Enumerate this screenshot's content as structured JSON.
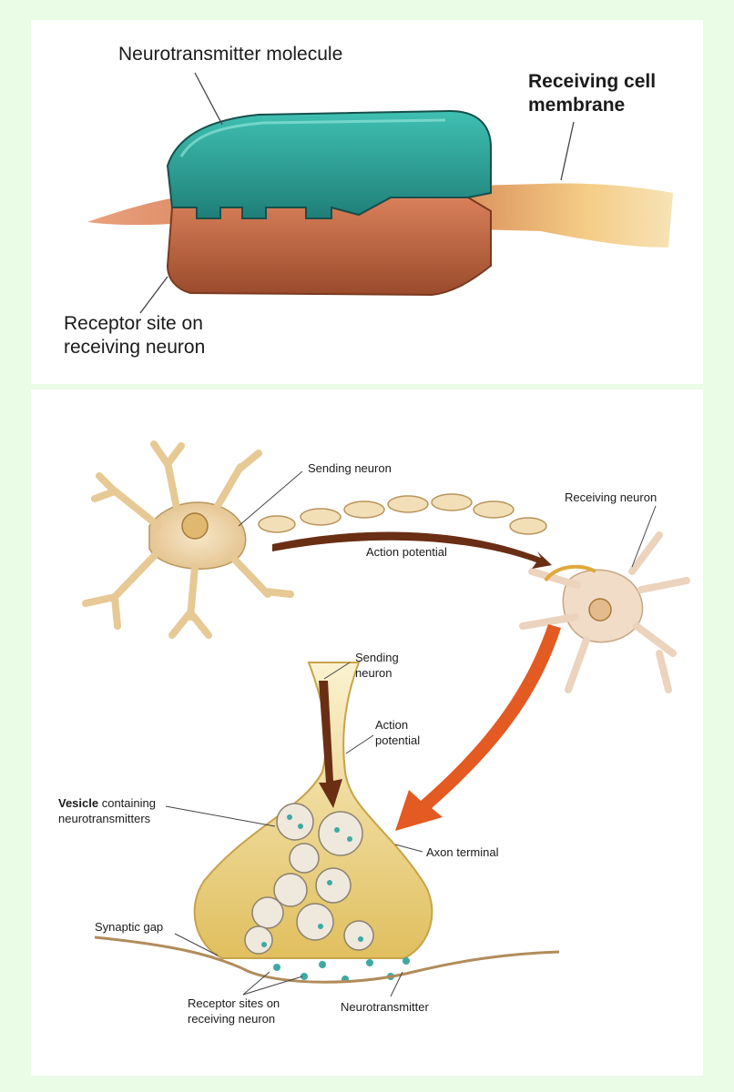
{
  "top": {
    "labels": {
      "neurotransmitter_molecule": "Neurotransmitter molecule",
      "receiving_cell_membrane_1": "Receiving cell",
      "receiving_cell_membrane_2": "membrane",
      "receptor_site_1": "Receptor site on",
      "receptor_site_2": "receiving neuron"
    }
  },
  "bottom": {
    "labels": {
      "sending_neuron": "Sending neuron",
      "receiving_neuron": "Receiving neuron",
      "action_potential": "Action potential",
      "sending_neuron_detail_1": "Sending",
      "sending_neuron_detail_2": "neuron",
      "action_potential_detail_1": "Action",
      "action_potential_detail_2": "potential",
      "vesicle_bold": "Vesicle",
      "vesicle_rest": " containing",
      "vesicle_line2": "neurotransmitters",
      "axon_terminal": "Axon terminal",
      "synaptic_gap": "Synaptic gap",
      "receptor_sites_1": "Receptor sites on",
      "receptor_sites_2": "receiving neuron",
      "neurotransmitter": "Neurotransmitter"
    }
  },
  "colors": {
    "background": "#eafbe6",
    "teal": "#2e9f93",
    "copper": "#c66a45",
    "neuron": "#ecd3a8",
    "arrow_orange": "#e35a22",
    "arrow_brown": "#6a2e14"
  }
}
